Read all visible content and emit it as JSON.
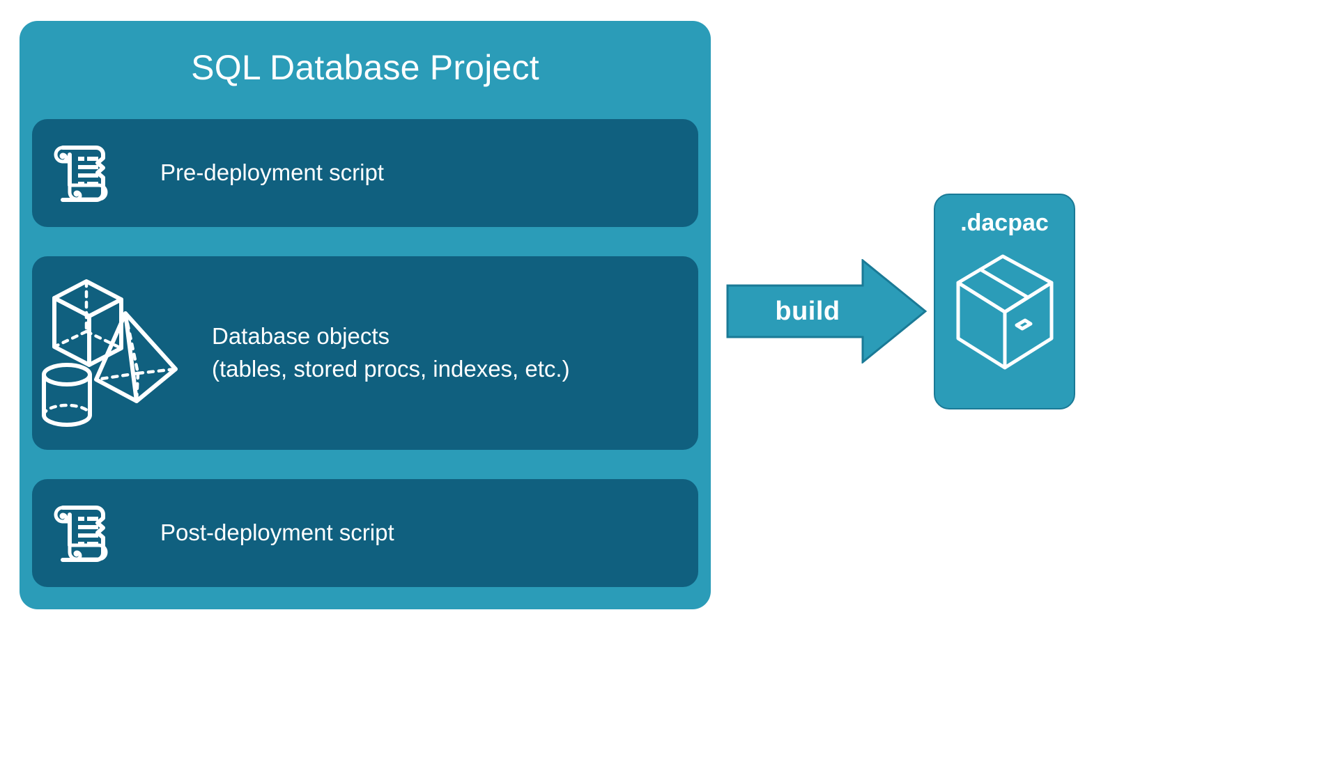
{
  "diagram": {
    "title": "SQL Database Project",
    "background_color": "#FFFFFF",
    "card_color": "#2B9CB8",
    "row_color": "#10607F",
    "text_color": "#FFFFFF",
    "border_color": "#1A7A96"
  },
  "project": {
    "title": "SQL Database Project",
    "rows": [
      {
        "id": "pre-deployment",
        "label": "Pre-deployment script",
        "icon": "scroll-icon"
      },
      {
        "id": "database-objects",
        "label": "Database objects\n(tables, stored procs, indexes, etc.)",
        "icon": "3d-shapes-icon"
      },
      {
        "id": "post-deployment",
        "label": "Post-deployment script",
        "icon": "scroll-icon"
      }
    ]
  },
  "arrow": {
    "label": "build",
    "direction": "right",
    "fill": "#2B9CB8",
    "stroke": "#1A7A96"
  },
  "output": {
    "title": ".dacpac",
    "icon": "package-box-icon"
  }
}
